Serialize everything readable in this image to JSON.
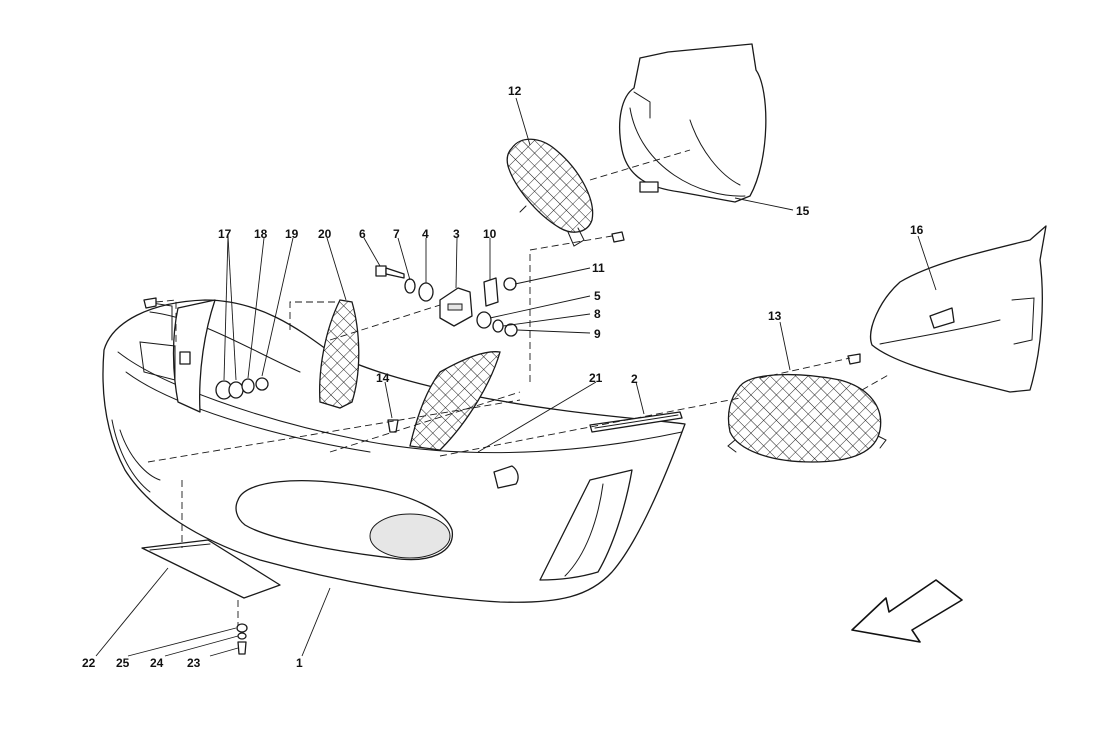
{
  "callouts": {
    "c1": "1",
    "c2": "2",
    "c3": "3",
    "c4": "4",
    "c5": "5",
    "c6": "6",
    "c7": "7",
    "c8": "8",
    "c9": "9",
    "c10": "10",
    "c11": "11",
    "c12": "12",
    "c13": "13",
    "c14": "14",
    "c15": "15",
    "c16": "16",
    "c17": "17",
    "c18": "18",
    "c19": "19",
    "c20": "20",
    "c21": "21",
    "c22": "22",
    "c23": "23",
    "c24": "24",
    "c25": "25"
  },
  "direction_icon": "front-direction-arrow-icon"
}
